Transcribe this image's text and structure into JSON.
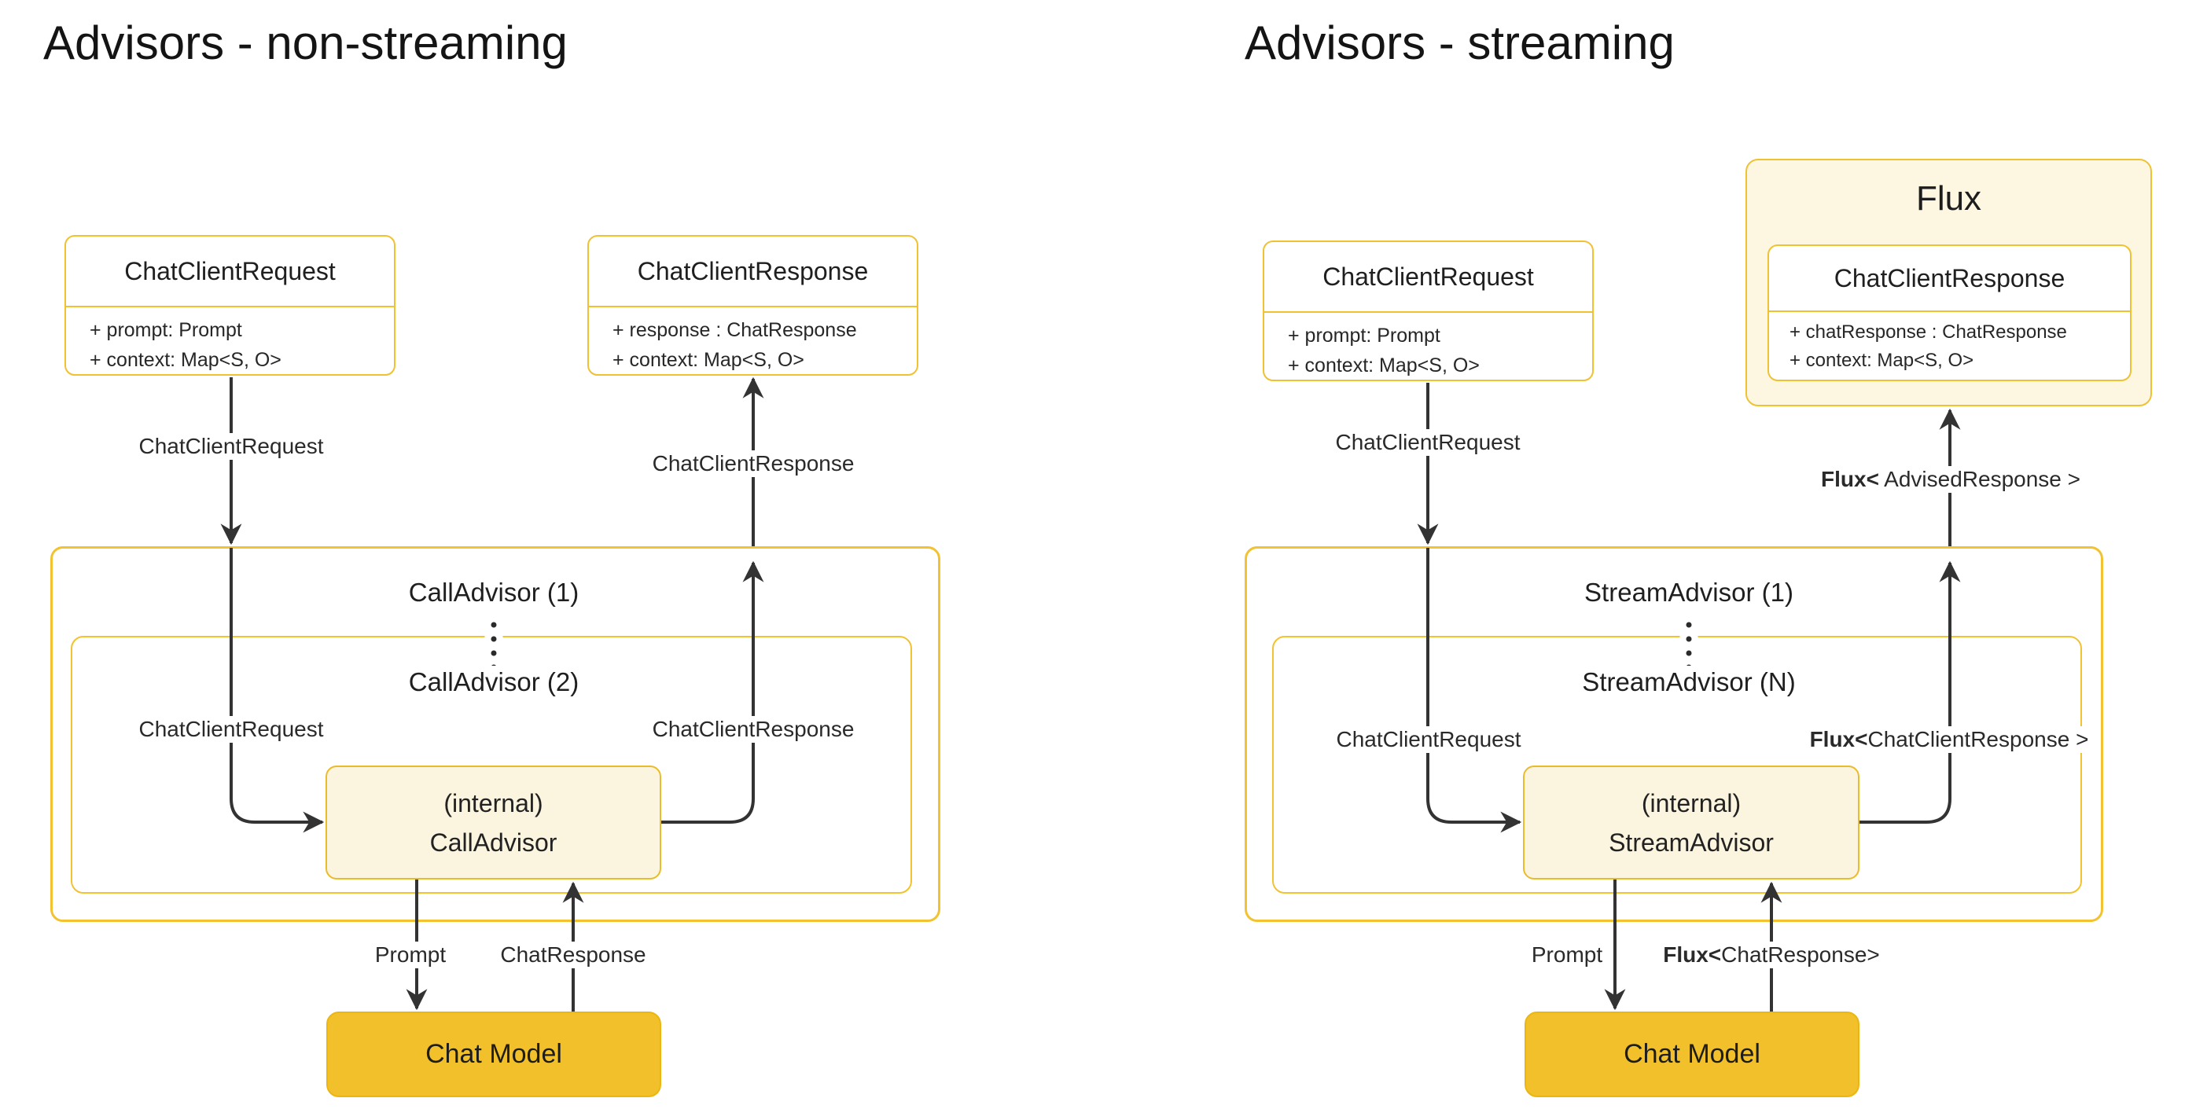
{
  "colors": {
    "border_gold": "#F0C232",
    "big_border_gold": "#F2C230",
    "chat_model_fill": "#F2C02B",
    "internal_fill": "#FBF4DE",
    "flux_fill": "#FDF6E1",
    "line_color": "#333333",
    "text_color": "#1f1f1f"
  },
  "left": {
    "title": "Advisors - non-streaming",
    "request_box": {
      "title": "ChatClientRequest",
      "attrs": [
        "+ prompt: Prompt",
        "+ context: Map<S, O>"
      ]
    },
    "response_box": {
      "title": "ChatClientResponse",
      "attrs": [
        "+ response : ChatResponse",
        "+ context: Map<S, O>"
      ]
    },
    "advisor1_label": "CallAdvisor (1)",
    "advisor2_label": "CallAdvisor (2)",
    "edge_request_top": "ChatClientRequest",
    "edge_response_top": "ChatClientResponse",
    "edge_request_inner": "ChatClientRequest",
    "edge_response_inner": "ChatClientResponse",
    "internal_box": {
      "line1": "(internal)",
      "line2": "CallAdvisor"
    },
    "edge_prompt": "Prompt",
    "edge_chat_response": "ChatResponse",
    "chat_model": "Chat Model"
  },
  "right": {
    "title": "Advisors - streaming",
    "request_box": {
      "title": "ChatClientRequest",
      "attrs": [
        "+ prompt: Prompt",
        "+ context: Map<S, O>"
      ]
    },
    "flux_box": {
      "title": "Flux",
      "response_title": "ChatClientResponse",
      "attrs": [
        "+ chatResponse : ChatResponse",
        "+ context: Map<S, O>"
      ]
    },
    "advisor1_label": "StreamAdvisor (1)",
    "advisorN_label": "StreamAdvisor (N)",
    "edge_request_top": "ChatClientRequest",
    "edge_flux_advised": {
      "bold": "Flux<",
      "rest": " AdvisedResponse >"
    },
    "edge_request_inner": "ChatClientRequest",
    "edge_flux_client_response": {
      "bold": "Flux<",
      "rest": "ChatClientResponse >"
    },
    "internal_box": {
      "line1": "(internal)",
      "line2": "StreamAdvisor"
    },
    "edge_prompt": "Prompt",
    "edge_flux_chat_response": {
      "bold": "Flux<",
      "rest": "ChatResponse>"
    },
    "chat_model": "Chat Model"
  }
}
